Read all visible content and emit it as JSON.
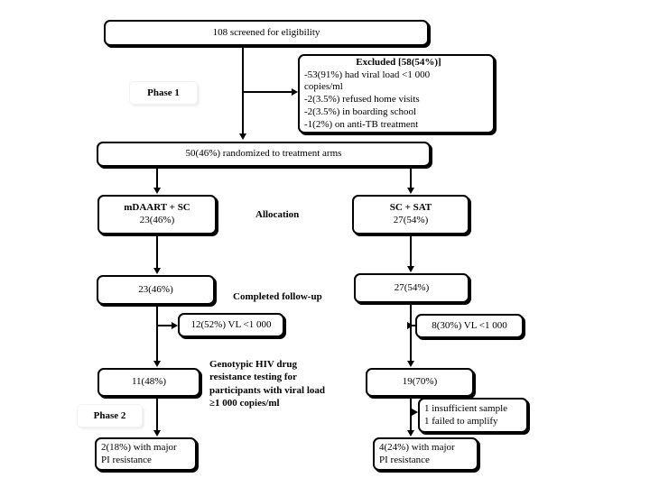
{
  "diagram": {
    "title": "CONSORT-style participant flow diagram",
    "colors": {
      "stroke": "#000000",
      "fill": "#ffffff",
      "phase_shadow": "#eeeeee"
    },
    "phases": [
      {
        "id": "phase1",
        "label": "Phase 1"
      },
      {
        "id": "phase2",
        "label": "Phase 2"
      }
    ],
    "stage_labels": [
      {
        "id": "allocation",
        "label": "Allocation"
      },
      {
        "id": "completed-follow-up",
        "label": "Completed follow-up"
      },
      {
        "id": "genotypic-testing",
        "lines": [
          "Genotypic HIV drug",
          "resistance testing for",
          "participants with viral load",
          "≥1 000 copies/ml"
        ]
      }
    ],
    "nodes": {
      "screened": {
        "lines": [
          "108 screened for eligibility"
        ]
      },
      "excluded": {
        "heading": "Excluded [58(54%)]",
        "lines": [
          "-53(91%) had viral load <1 000",
          "copies/ml",
          "-2(3.5%) refused home visits",
          "-2(3.5%) in boarding school",
          "-1(2%) on anti-TB treatment"
        ]
      },
      "randomized": {
        "lines": [
          "50(46%) randomized to treatment arms"
        ]
      },
      "arm_left": {
        "lines": [
          "mDAART + SC",
          "23(46%)"
        ]
      },
      "arm_right": {
        "lines": [
          "SC + SAT",
          "27(54%)"
        ]
      },
      "followup_left": {
        "lines": [
          "23(46%)"
        ]
      },
      "followup_right": {
        "lines": [
          "27(54%)"
        ]
      },
      "vl_left": {
        "lines": [
          "12(52%) VL <1 000"
        ]
      },
      "vl_right": {
        "lines": [
          "8(30%) VL <1 000"
        ]
      },
      "tested_left": {
        "lines": [
          "11(48%)"
        ]
      },
      "tested_right": {
        "lines": [
          "19(70%)"
        ]
      },
      "failed_right": {
        "lines": [
          "1 insufficient sample",
          "1 failed to amplify"
        ]
      },
      "resistance_left": {
        "lines": [
          "2(18%) with major",
          "PI resistance"
        ]
      },
      "resistance_right": {
        "lines": [
          "4(24%) with major",
          "PI resistance"
        ]
      }
    }
  }
}
